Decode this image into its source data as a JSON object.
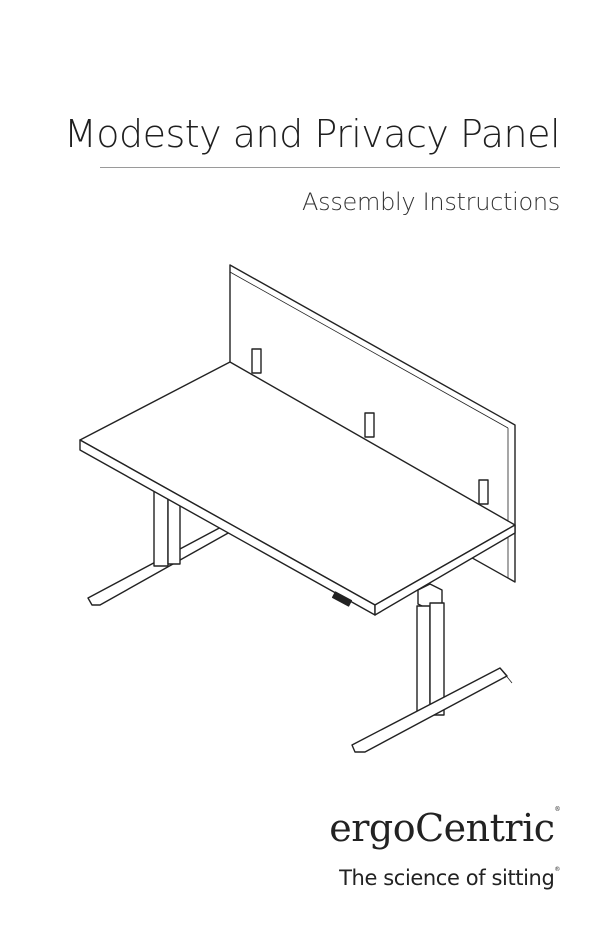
{
  "header": {
    "title": "Modesty and Privacy Panel",
    "subtitle": "Assembly Instructions"
  },
  "brand": {
    "logo": "ergoCentric",
    "tagline": "The science of sitting",
    "registered_mark": "®"
  }
}
